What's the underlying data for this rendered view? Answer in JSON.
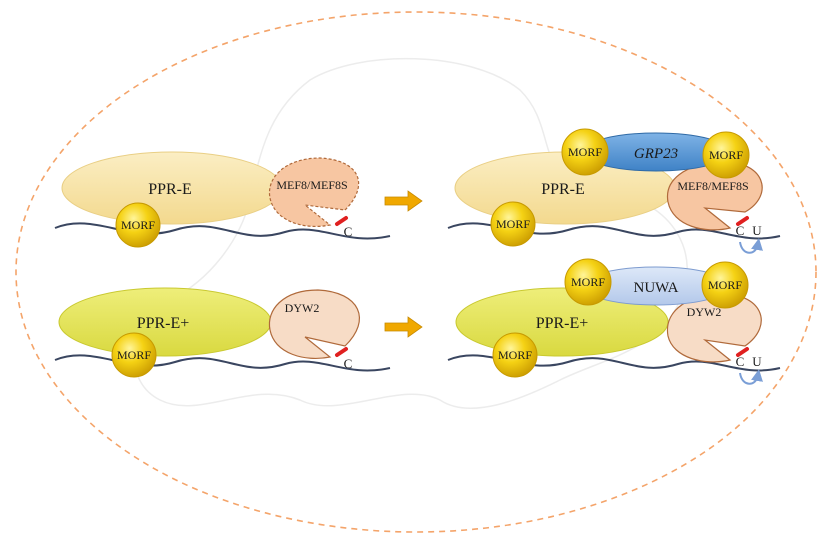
{
  "labels": {
    "morf": "MORF",
    "ppr_e": "PPR-E",
    "ppr_e_plus": "PPR-E+",
    "mef8": "MEF8/MEF8S",
    "dyw2": "DYW2",
    "grp23": "GRP23",
    "nuwa": "NUWA",
    "c": "C",
    "u": "U"
  },
  "colors": {
    "boundary": "#f4a46a",
    "ppr_e": "#f7e3a8",
    "ppr_e_plus": "#e3e35a",
    "mef8": "#f7c6a2",
    "dyw2": "#f7dcc6",
    "grp23": "#5b9ad5",
    "nuwa": "#c9d8f0",
    "morf": "#f1c40f",
    "rna": "#3a4660",
    "site": "#e02020",
    "arrow": "#f0a800"
  }
}
